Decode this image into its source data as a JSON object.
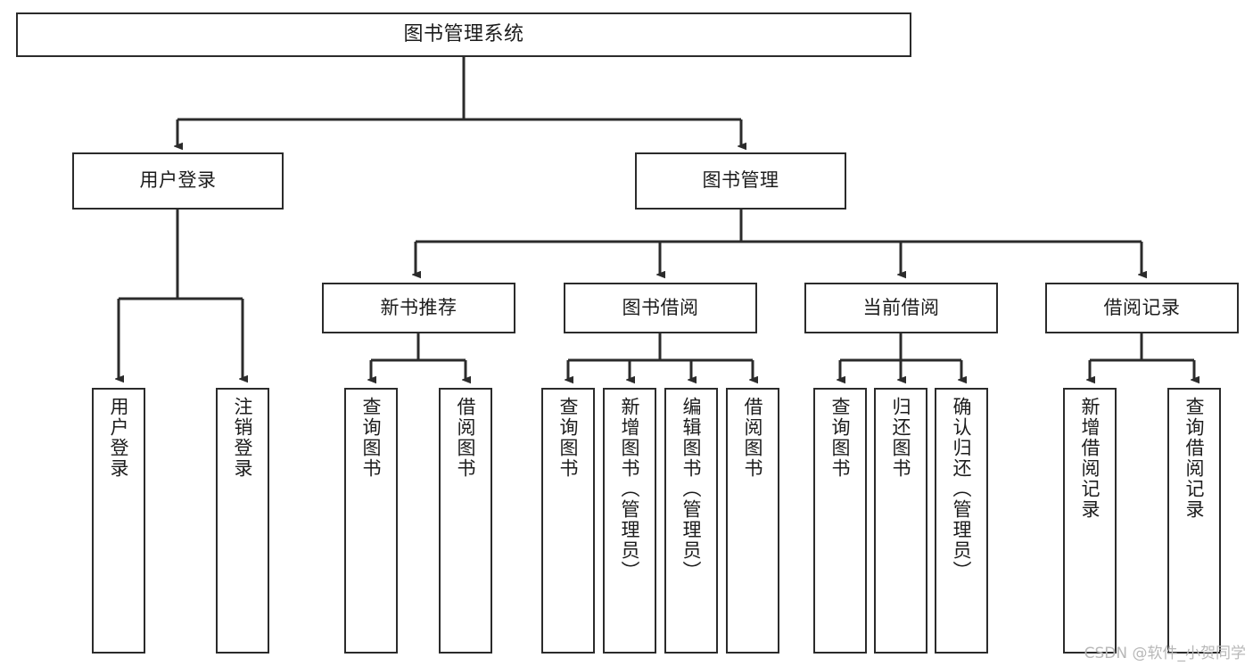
{
  "diagram": {
    "title": "图书管理系统",
    "type": "tree-hierarchy",
    "watermark": "CSDN @软件_小贺同学",
    "colors": {
      "background": "#ffffff",
      "box_border": "#2b2b2b",
      "box_fill": "#ffffff",
      "text": "#1c1c1c",
      "edge": "#2b2b2b",
      "watermark": "#b8b8b8"
    },
    "nodes": {
      "root": {
        "label": "图书管理系统",
        "orientation": "horizontal"
      },
      "level1": [
        {
          "id": "user-login",
          "label": "用户登录",
          "orientation": "horizontal"
        },
        {
          "id": "book-manage",
          "label": "图书管理",
          "orientation": "horizontal"
        }
      ],
      "level2": [
        {
          "id": "new-book-recommend",
          "label": "新书推荐",
          "orientation": "horizontal"
        },
        {
          "id": "book-borrow",
          "label": "图书借阅",
          "orientation": "horizontal"
        },
        {
          "id": "current-borrow",
          "label": "当前借阅",
          "orientation": "horizontal"
        },
        {
          "id": "borrow-record",
          "label": "借阅记录",
          "orientation": "horizontal"
        }
      ],
      "leaves": [
        {
          "id": "leaf-user-login",
          "label": "用户登录",
          "parent": "user-login",
          "orientation": "vertical"
        },
        {
          "id": "leaf-logout-login",
          "label": "注销登录",
          "parent": "user-login",
          "orientation": "vertical"
        },
        {
          "id": "leaf-query-book-1",
          "label": "查询图书",
          "parent": "new-book-recommend",
          "orientation": "vertical"
        },
        {
          "id": "leaf-borrow-book-1",
          "label": "借阅图书",
          "parent": "new-book-recommend",
          "orientation": "vertical"
        },
        {
          "id": "leaf-query-book-2",
          "label": "查询图书",
          "parent": "book-borrow",
          "orientation": "vertical"
        },
        {
          "id": "leaf-add-book",
          "label": "新增图书（管理员）",
          "parent": "book-borrow",
          "orientation": "vertical"
        },
        {
          "id": "leaf-edit-book",
          "label": "编辑图书（管理员）",
          "parent": "book-borrow",
          "orientation": "vertical"
        },
        {
          "id": "leaf-borrow-book-2",
          "label": "借阅图书",
          "parent": "book-borrow",
          "orientation": "vertical"
        },
        {
          "id": "leaf-query-book-3",
          "label": "查询图书",
          "parent": "current-borrow",
          "orientation": "vertical"
        },
        {
          "id": "leaf-return-book",
          "label": "归还图书",
          "parent": "current-borrow",
          "orientation": "vertical"
        },
        {
          "id": "leaf-confirm-return",
          "label": "确认归还（管理员）",
          "parent": "current-borrow",
          "orientation": "vertical"
        },
        {
          "id": "leaf-add-record",
          "label": "新增借阅记录",
          "parent": "borrow-record",
          "orientation": "vertical"
        },
        {
          "id": "leaf-query-record",
          "label": "查询借阅记录",
          "parent": "borrow-record",
          "orientation": "vertical"
        }
      ]
    }
  }
}
